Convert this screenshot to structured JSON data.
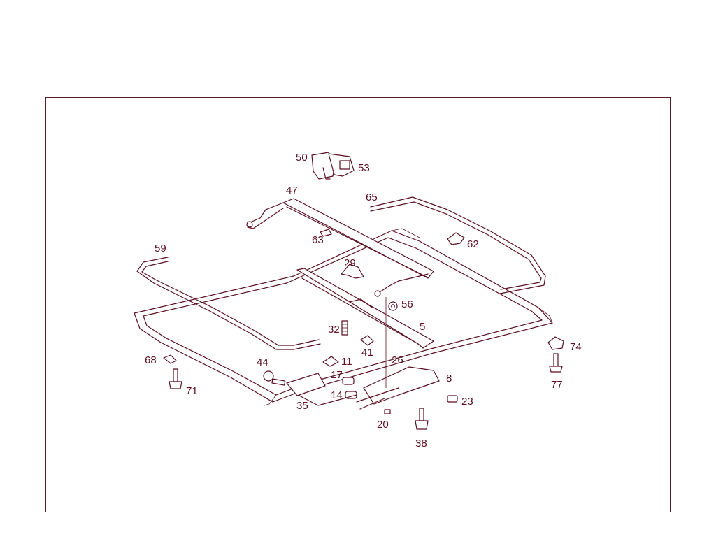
{
  "diagram": {
    "callouts": [
      {
        "id": "c50",
        "text": "50"
      },
      {
        "id": "c53",
        "text": "53"
      },
      {
        "id": "c47",
        "text": "47"
      },
      {
        "id": "c65",
        "text": "65"
      },
      {
        "id": "c63",
        "text": "63"
      },
      {
        "id": "c62",
        "text": "62"
      },
      {
        "id": "c59",
        "text": "59"
      },
      {
        "id": "c29",
        "text": "29"
      },
      {
        "id": "c56",
        "text": "56"
      },
      {
        "id": "c5",
        "text": "5"
      },
      {
        "id": "c32",
        "text": "32"
      },
      {
        "id": "c41",
        "text": "41"
      },
      {
        "id": "c74",
        "text": "74"
      },
      {
        "id": "c68",
        "text": "68"
      },
      {
        "id": "c11",
        "text": "11"
      },
      {
        "id": "c26",
        "text": "26"
      },
      {
        "id": "c44",
        "text": "44"
      },
      {
        "id": "c17",
        "text": "17"
      },
      {
        "id": "c8",
        "text": "8"
      },
      {
        "id": "c77",
        "text": "77"
      },
      {
        "id": "c71",
        "text": "71"
      },
      {
        "id": "c14",
        "text": "14"
      },
      {
        "id": "c23",
        "text": "23"
      },
      {
        "id": "c35",
        "text": "35"
      },
      {
        "id": "c20",
        "text": "20"
      },
      {
        "id": "c38",
        "text": "38"
      }
    ],
    "line_color": "#5a0f22",
    "frame_color": "#5a1a2a"
  }
}
